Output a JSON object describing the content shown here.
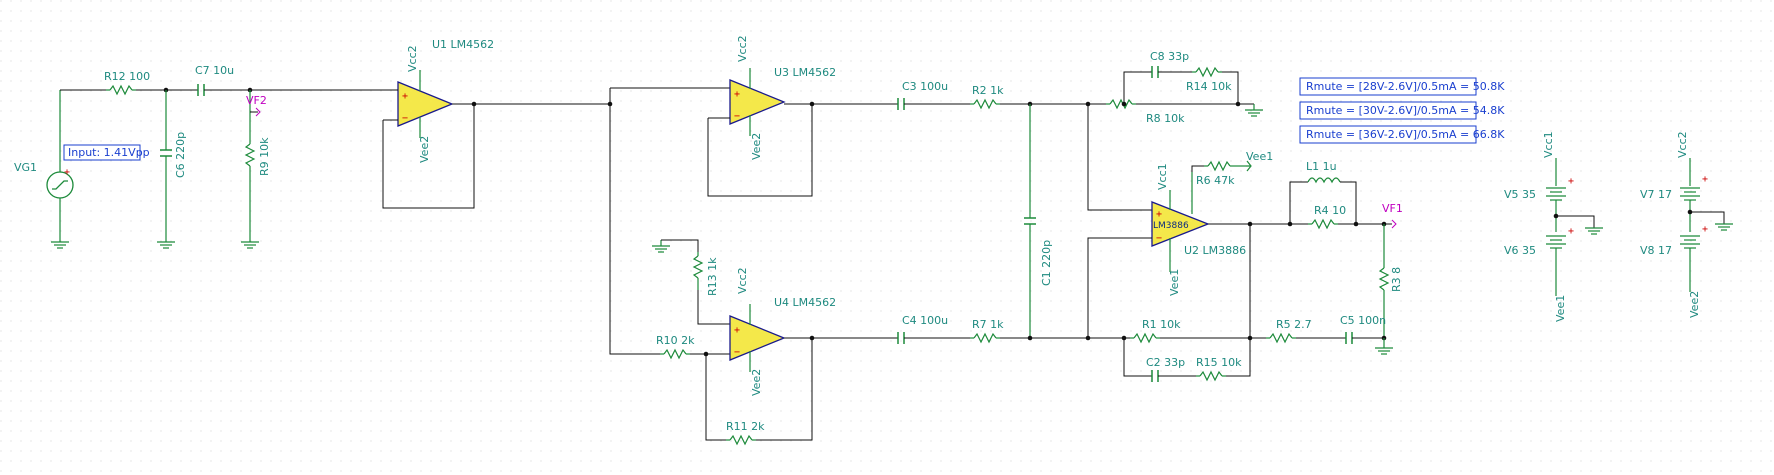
{
  "schematic": {
    "opamps": {
      "u1": {
        "label": "U1 LM4562",
        "pos_supply": "Vcc2",
        "neg_supply": "Vee2"
      },
      "u3": {
        "label": "U3 LM4562",
        "pos_supply": "Vcc2",
        "neg_supply": "Vee2"
      },
      "u4": {
        "label": "U4 LM4562",
        "pos_supply": "Vcc2",
        "neg_supply": "Vee2"
      },
      "u2": {
        "label": "U2 LM3886",
        "chip": "LM3886",
        "pos_supply": "Vcc1",
        "neg_supply": "Vee1"
      }
    },
    "resistors": {
      "r12": "R12 100",
      "r9": "R9 10k",
      "r2": "R2 1k",
      "r8": "R8 10k",
      "r14": "R14 10k",
      "r6": "R6 47k",
      "r4": "R4 10",
      "r3": "R3 8",
      "r13": "R13 1k",
      "r10": "R10 2k",
      "r11": "R11 2k",
      "r7": "R7 1k",
      "r1": "R1 10k",
      "r15": "R15 10k",
      "r5": "R5 2.7"
    },
    "capacitors": {
      "c7": "C7 10u",
      "c6": "C6 220p",
      "c3": "C3 100u",
      "c8": "C8 33p",
      "c1": "C1 220p",
      "c4": "C4 100u",
      "c2": "C2 33p",
      "c5": "C5 100n"
    },
    "inductors": {
      "l1": "L1 1u"
    },
    "source": {
      "label": "VG1",
      "input_note": "Input: 1.41Vpp"
    },
    "probes": {
      "vf1": "VF1",
      "vf2": "VF2"
    },
    "supplies": {
      "v5": "V5 35",
      "v6": "V6 35",
      "v7": "V7 17",
      "v8": "V8 17",
      "vcc1": "Vcc1",
      "vee1": "Vee1",
      "vcc2": "Vcc2",
      "vee2": "Vee2"
    },
    "nets": {
      "vee1": "Vee1"
    },
    "notes": [
      "Rmute = [28V-2.6V]/0.5mA = 50.8K",
      "Rmute = [30V-2.6V]/0.5mA = 54.8K",
      "Rmute = [36V-2.6V]/0.5mA = 66.8K"
    ],
    "pin_marks": {
      "plus": "+",
      "minus": "−"
    }
  }
}
